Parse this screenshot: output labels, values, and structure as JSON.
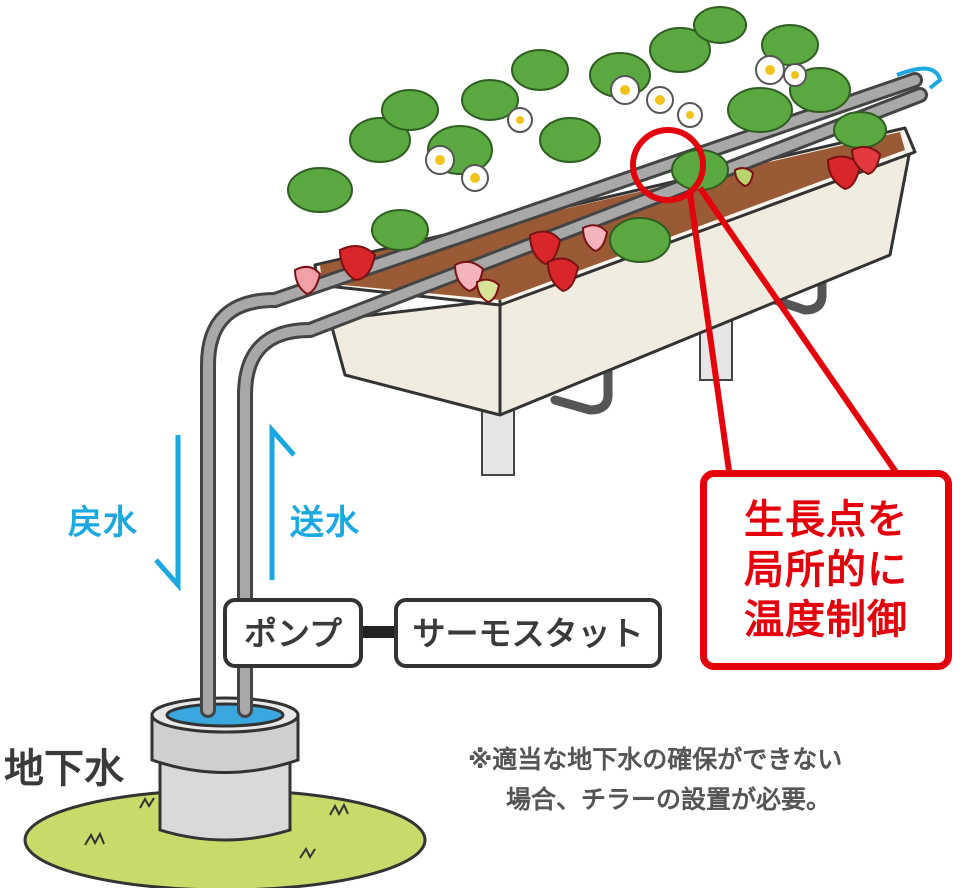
{
  "labels": {
    "return_water": "戻水",
    "supply_water": "送水",
    "pump": "ポンプ",
    "thermostat": "サーモスタット",
    "groundwater": "地下水"
  },
  "callout": {
    "lines": [
      "生長点を",
      "局所的に",
      "温度制御"
    ]
  },
  "note": {
    "lines": [
      "※適当な地下水の確保ができない",
      "場合、チラーの設置が必要。"
    ]
  },
  "colors": {
    "flow_arrow": "#1ba7e0",
    "callout_red": "#e3000b",
    "planter": "#f1ece0",
    "soil": "#9a5a36",
    "leaf": "#4f9a3c",
    "strawberry": "#d9262b",
    "grass": "#c9d96a",
    "pipe": "#9c9c9c"
  }
}
